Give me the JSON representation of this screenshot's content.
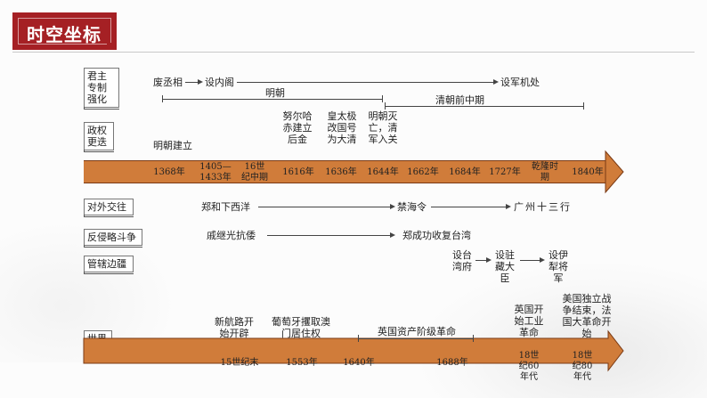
{
  "header": {
    "title": "时空坐标"
  },
  "categories": {
    "monarchy": "君主专制强化",
    "regime": "政权更迭",
    "foreign": "对外交往",
    "resistance": "反侵略斗争",
    "frontier": "管辖边疆",
    "world": "世界"
  },
  "monarchy_row": {
    "abolish_pm": "废丞相",
    "cabinet": "设内阁",
    "council": "设军机处",
    "ming": "明朝",
    "qing_early": "清朝前中期"
  },
  "regime_row": {
    "ming_founded": "明朝建立",
    "nurhaci": "努尔哈赤建立后金",
    "huangtaiji": "皇太极改国号为大清",
    "ming_fall": "明朝灭亡，清军入关"
  },
  "china_axis": {
    "ticks": [
      "1368年",
      "1405—1433年",
      "16世纪中期",
      "1616年",
      "1636年",
      "1644年",
      "1662年",
      "1684年",
      "1727年",
      "乾隆时期",
      "1840年"
    ]
  },
  "foreign_row": {
    "zhenghe": "郑和下西洋",
    "sea_ban": "禁海令",
    "canton": "广州十三行"
  },
  "resistance_row": {
    "qi": "戚继光抗倭",
    "zheng": "郑成功收复台湾"
  },
  "frontier_row": {
    "wanfu": "设台湾府",
    "tibet": "设驻藏大臣",
    "ili": "设伊犁将军"
  },
  "world_row": {
    "routes": "新航路开始开辟",
    "macau": "葡萄牙攫取澳门居住权",
    "revolution": "英国资产阶级革命",
    "industrial": "英国开始工业革命",
    "independence": "美国独立战争结束，法国大革命开始"
  },
  "world_axis": {
    "ticks": [
      "15世纪末",
      "1553年",
      "1640年",
      "1688年",
      "18世纪60年代",
      "18世纪80年代"
    ]
  }
}
